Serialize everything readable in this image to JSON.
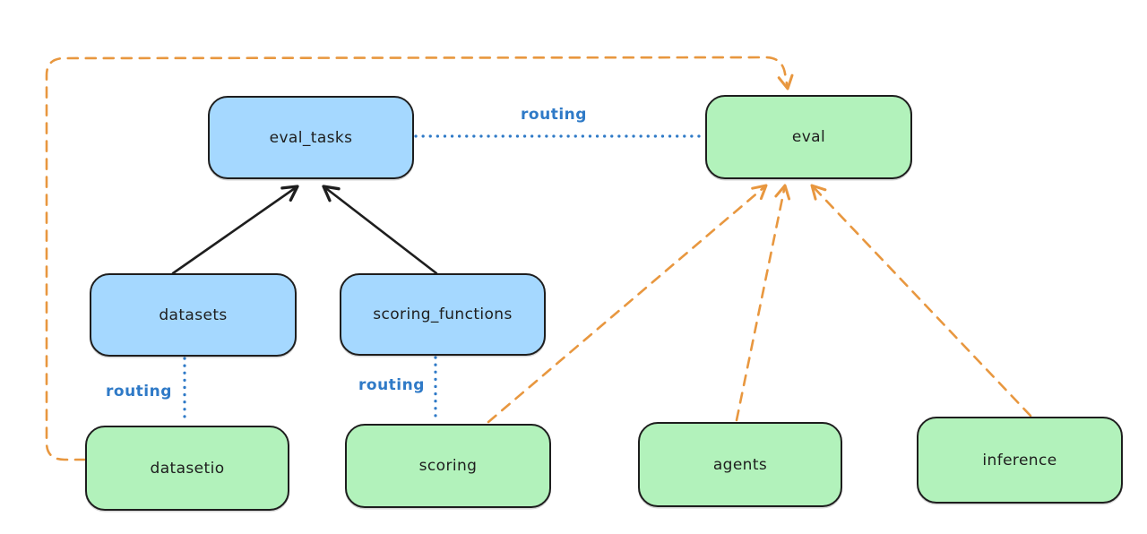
{
  "diagram": {
    "background": "#ffffff",
    "colors": {
      "node_blue_fill": "#a5d8ff",
      "node_green_fill": "#b2f2bb",
      "node_stroke": "#1e1e1e",
      "black_arrow": "#1e1e1e",
      "orange_dashed_arrow": "#e8973f",
      "routing_blue": "#2f7ac7"
    },
    "nodes": [
      {
        "id": "eval_tasks",
        "label": "eval_tasks",
        "fill": "blue"
      },
      {
        "id": "eval",
        "label": "eval",
        "fill": "green"
      },
      {
        "id": "datasets",
        "label": "datasets",
        "fill": "blue"
      },
      {
        "id": "scoring_functions",
        "label": "scoring_functions",
        "fill": "blue"
      },
      {
        "id": "datasetio",
        "label": "datasetio",
        "fill": "green"
      },
      {
        "id": "scoring",
        "label": "scoring",
        "fill": "green"
      },
      {
        "id": "agents",
        "label": "agents",
        "fill": "green"
      },
      {
        "id": "inference",
        "label": "inference",
        "fill": "green"
      }
    ],
    "edges": [
      {
        "from": "datasets",
        "to": "eval_tasks",
        "style": "solid",
        "color": "black",
        "arrow": true,
        "label": ""
      },
      {
        "from": "scoring_functions",
        "to": "eval_tasks",
        "style": "solid",
        "color": "black",
        "arrow": true,
        "label": ""
      },
      {
        "from": "eval_tasks",
        "to": "eval",
        "style": "dotted",
        "color": "blue",
        "arrow": false,
        "label": "routing"
      },
      {
        "from": "datasets",
        "to": "datasetio",
        "style": "dotted",
        "color": "blue",
        "arrow": false,
        "label": "routing"
      },
      {
        "from": "scoring_functions",
        "to": "scoring",
        "style": "dotted",
        "color": "blue",
        "arrow": false,
        "label": "routing"
      },
      {
        "from": "datasetio",
        "to": "eval",
        "style": "dashed",
        "color": "orange",
        "arrow": true,
        "label": ""
      },
      {
        "from": "scoring",
        "to": "eval",
        "style": "dashed",
        "color": "orange",
        "arrow": true,
        "label": ""
      },
      {
        "from": "agents",
        "to": "eval",
        "style": "dashed",
        "color": "orange",
        "arrow": true,
        "label": ""
      },
      {
        "from": "inference",
        "to": "eval",
        "style": "dashed",
        "color": "orange",
        "arrow": true,
        "label": ""
      }
    ]
  }
}
